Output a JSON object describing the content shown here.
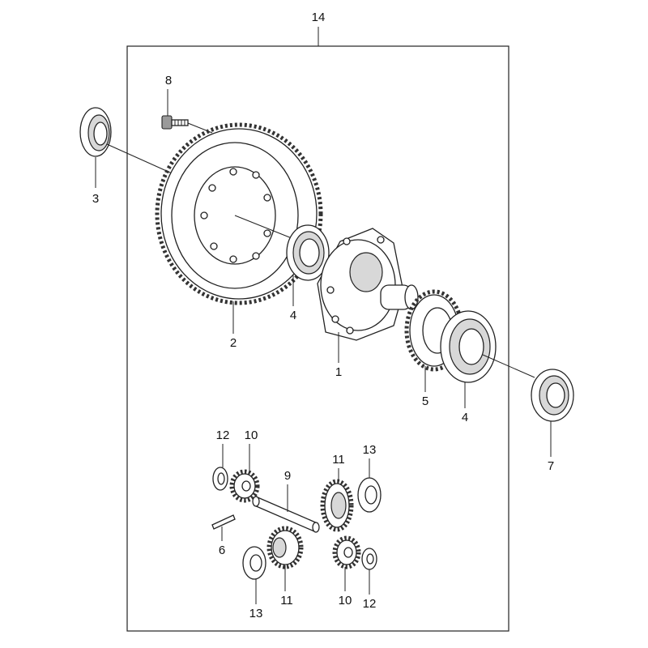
{
  "diagram": {
    "assembly_label": "14",
    "callouts": [
      {
        "id": "label-8",
        "text": "8"
      },
      {
        "id": "label-3",
        "text": "3"
      },
      {
        "id": "label-2",
        "text": "2"
      },
      {
        "id": "label-4-left",
        "text": "4"
      },
      {
        "id": "label-1",
        "text": "1"
      },
      {
        "id": "label-5",
        "text": "5"
      },
      {
        "id": "label-4-right",
        "text": "4"
      },
      {
        "id": "label-7",
        "text": "7"
      },
      {
        "id": "label-12-top",
        "text": "12"
      },
      {
        "id": "label-10-top",
        "text": "10"
      },
      {
        "id": "label-9",
        "text": "9"
      },
      {
        "id": "label-11-top",
        "text": "11"
      },
      {
        "id": "label-13-top",
        "text": "13"
      },
      {
        "id": "label-6",
        "text": "6"
      },
      {
        "id": "label-13-bottom",
        "text": "13"
      },
      {
        "id": "label-11-bottom",
        "text": "11"
      },
      {
        "id": "label-10-bottom",
        "text": "10"
      },
      {
        "id": "label-12-bottom",
        "text": "12"
      }
    ]
  }
}
